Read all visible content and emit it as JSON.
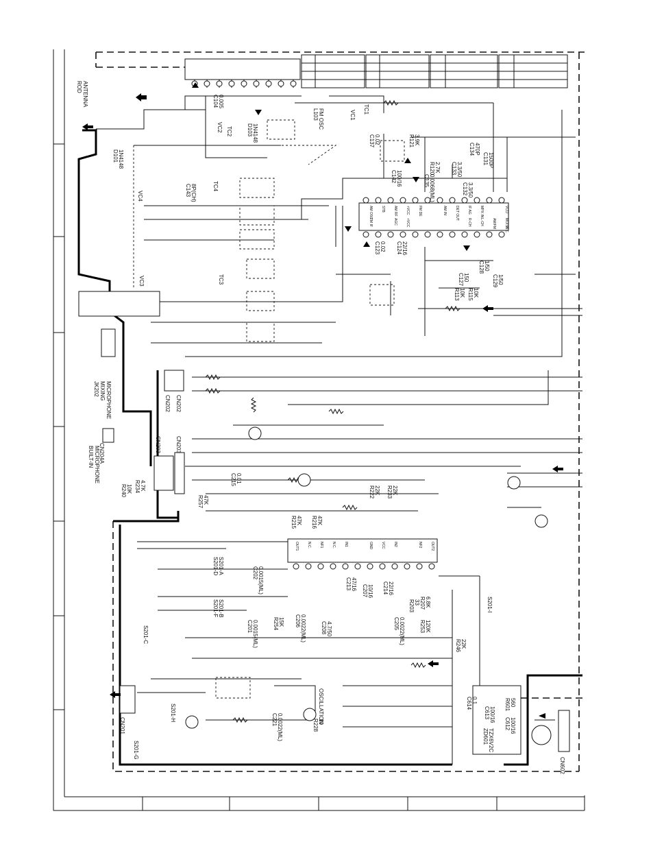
{
  "parts": {
    "rod_antenna": [
      "ROD",
      "ANTENNA"
    ],
    "diodes": [
      {
        "ref": "D101",
        "val": "1N4148"
      },
      {
        "ref": "D103",
        "val": "1N4148"
      },
      {
        "ref": "ZD601",
        "val": "TZX6V2C"
      }
    ],
    "caps_top": [
      {
        "ref": "C104",
        "val": "0.005"
      },
      {
        "ref": "C137",
        "val": "0.02"
      },
      {
        "ref": "C142",
        "val": "100/16"
      },
      {
        "ref": "C134",
        "val": "470P"
      },
      {
        "ref": "C131",
        "val": "1500P"
      },
      {
        "ref": "C133",
        "val": "3.3/50"
      },
      {
        "ref": "C132",
        "val": "3.3/50"
      },
      {
        "ref": "C135",
        "val": "0.0068(ML)"
      },
      {
        "ref": "C143",
        "val": "8P(CH)"
      }
    ],
    "caps_mid": [
      {
        "ref": "C123",
        "val": "0.02"
      },
      {
        "ref": "C124",
        "val": "22/16"
      },
      {
        "ref": "C127",
        "val": "150"
      },
      {
        "ref": "C128",
        "val": "1/50"
      },
      {
        "ref": "C129",
        "val": "1/50"
      },
      {
        "ref": "C215",
        "val": "0.01"
      }
    ],
    "caps_bottom": [
      {
        "ref": "C202",
        "val": "0.0015(ML)"
      },
      {
        "ref": "C201",
        "val": "0.0015(ML)"
      },
      {
        "ref": "C206",
        "val": "0.0022(ML)"
      },
      {
        "ref": "C205",
        "val": "0.0022(ML)"
      },
      {
        "ref": "C208",
        "val": "4.7/50"
      },
      {
        "ref": "C213",
        "val": "47/16"
      },
      {
        "ref": "C207",
        "val": "10/16"
      },
      {
        "ref": "C214",
        "val": "22/16"
      },
      {
        "ref": "C221",
        "val": "0.0022(ML)"
      },
      {
        "ref": "C614",
        "val": "0.1"
      },
      {
        "ref": "C613",
        "val": "100/16"
      },
      {
        "ref": "C612",
        "val": "100/16"
      }
    ],
    "resistors_top": [
      {
        "ref": "R121",
        "val": "3.9K"
      },
      {
        "ref": "R120",
        "val": "2.7K"
      },
      {
        "ref": "R113",
        "val": "10K"
      },
      {
        "ref": "R115",
        "val": "10K"
      }
    ],
    "resistors_bottom": [
      {
        "ref": "R222",
        "val": "22K"
      },
      {
        "ref": "R233",
        "val": "22K"
      },
      {
        "ref": "R257",
        "val": "47K"
      },
      {
        "ref": "R215",
        "val": "47K"
      },
      {
        "ref": "R216",
        "val": "47K"
      },
      {
        "ref": "R240",
        "val": "10K"
      },
      {
        "ref": "R234",
        "val": "4.7K"
      },
      {
        "ref": "R254",
        "val": "15K"
      },
      {
        "ref": "R203",
        "val": "33"
      },
      {
        "ref": "R207",
        "val": "6.8K"
      },
      {
        "ref": "R253",
        "val": "120K"
      },
      {
        "ref": "R246",
        "val": "22K"
      },
      {
        "ref": "R228",
        "val": "10"
      },
      {
        "ref": "R601",
        "val": "560"
      }
    ],
    "coils": [
      {
        "ref": "L103",
        "val": "FM OSC"
      }
    ],
    "variable_caps": [
      "VC2",
      "VC1",
      "VC4",
      "VC3",
      "TC1",
      "TC2",
      "TC3",
      "TC4"
    ],
    "connectors": [
      "CN202",
      "CN203",
      "CN201",
      "CN204A",
      "CN602",
      "CN203",
      "CN202"
    ],
    "jacks": [
      {
        "ref": "JK202",
        "lines": [
          "MIXING",
          "MICROPHONE"
        ]
      }
    ],
    "mic": [
      "BUILT-IN",
      "MICROPHONE"
    ],
    "switches": [
      "S201-A",
      "S201-B",
      "S201-C",
      "S201-D",
      "S201-F",
      "S201-G",
      "S201-H",
      "S201-I"
    ],
    "osc_label": "OSCILLATION",
    "ic_tuner_pins_top": [
      "AM OSC",
      "STB",
      "AM RF",
      "+VCC",
      "FM DE",
      "AM IN",
      "DET OUT",
      "IF AG",
      "MPX IN",
      "VCO"
    ],
    "ic_tuner_pins_bottom": [
      "FM IF",
      "AGC",
      "+VCC",
      "R-CH",
      "L-CH",
      "AM/FM",
      "MO/ST",
      "N.C."
    ],
    "ic_amp_pins": [
      "OUT1",
      "N.C.",
      "NF1",
      "N.C.",
      "IN1",
      "GND",
      "VCC",
      "IN2",
      "NF2",
      "OUT2"
    ]
  }
}
